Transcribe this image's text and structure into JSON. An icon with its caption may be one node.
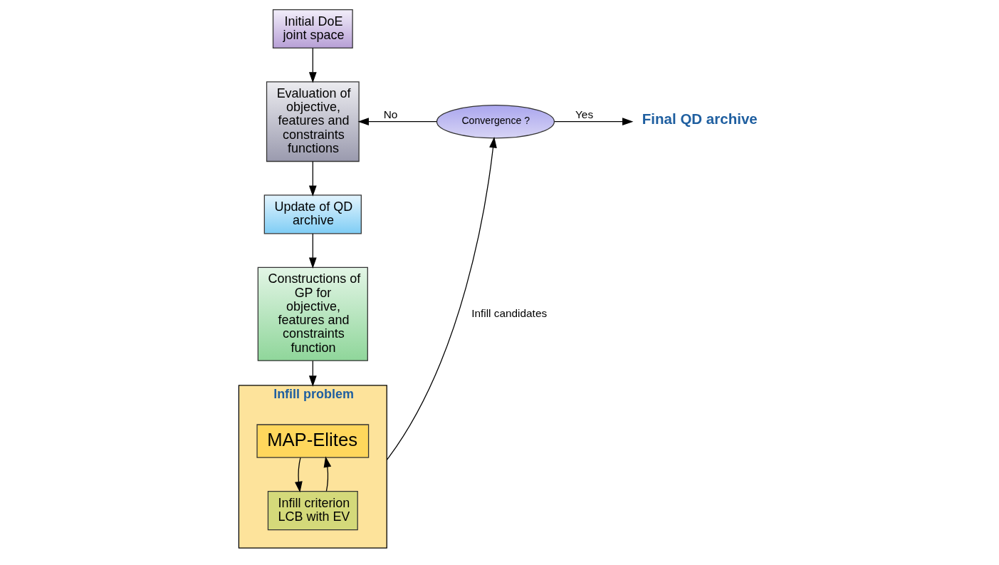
{
  "diagram": {
    "nodes": [
      {
        "text": [
          "Initial DoE joint space"
        ]
      },
      {
        "text": [
          "Evaluation of objective, features and constraints functions"
        ]
      },
      {
        "text": [
          "Update of QD archive"
        ]
      },
      {
        "text": [
          "Constructions of GP for objective, features and constraints function"
        ]
      },
      {
        "text": [
          "Infill problem"
        ]
      },
      {
        "text": [
          "MAP-Elites"
        ],
        "in": 4
      },
      {
        "text": [
          "Infill criterion",
          "LCB with EV"
        ],
        "in": 4
      },
      {
        "text": [
          "Convergence ?"
        ]
      },
      {
        "text": [
          "Final QD archive"
        ]
      }
    ],
    "edges": [
      {
        "from": 0,
        "to": 1,
        "arrow": "to"
      },
      {
        "from": 1,
        "to": 2,
        "arrow": "to"
      },
      {
        "from": 2,
        "to": 3,
        "arrow": "to"
      },
      {
        "from": 3,
        "to": 4,
        "arrow": "to"
      },
      {
        "from": 5,
        "to": 6,
        "arrow": "to"
      },
      {
        "from": 6,
        "to": 5,
        "arrow": "to"
      },
      {
        "from": 4,
        "to": 7,
        "arrow": "to",
        "label": "Infill candidates"
      },
      {
        "from": 7,
        "to": 1,
        "arrow": "to",
        "label": "No"
      },
      {
        "from": 7,
        "to": 8,
        "arrow": "to",
        "label": "Yes"
      }
    ]
  }
}
